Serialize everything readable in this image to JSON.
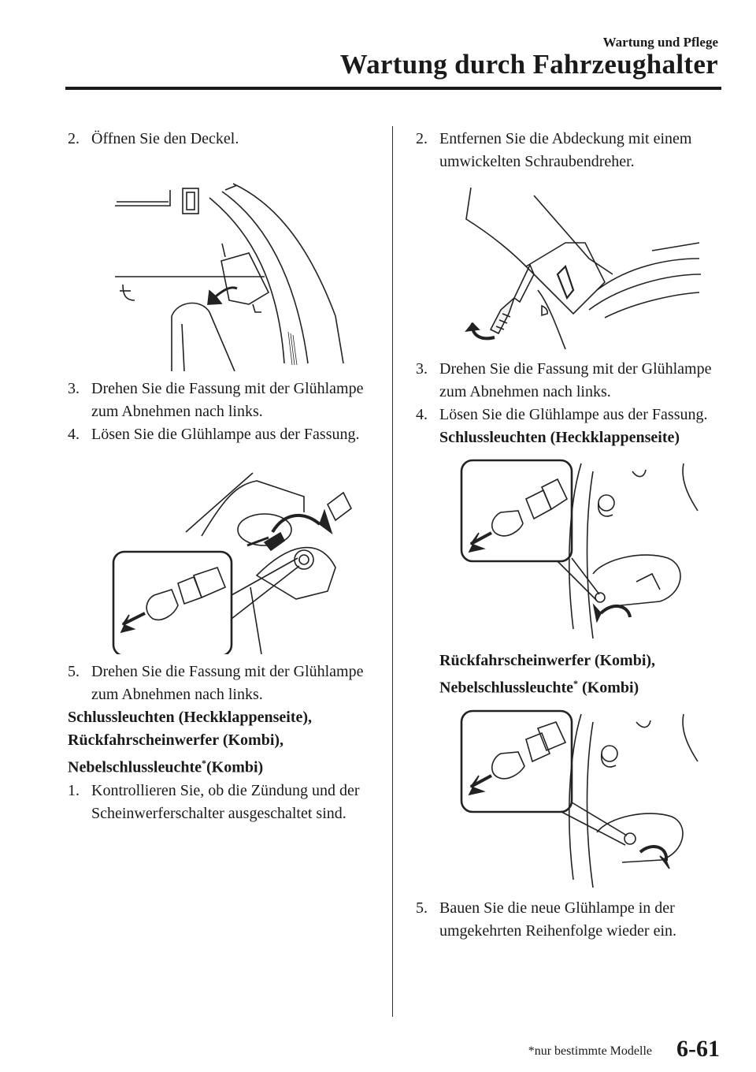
{
  "header": {
    "section": "Wartung und Pflege",
    "chapter": "Wartung durch Fahrzeughalter"
  },
  "left": {
    "step2": {
      "num": "2.",
      "text": "Öffnen Sie den Deckel."
    },
    "step3": {
      "num": "3.",
      "text": "Drehen Sie die Fassung mit der Glühlampe zum Abnehmen nach links."
    },
    "step4": {
      "num": "4.",
      "text": "Lösen Sie die Glühlampe aus der Fassung."
    },
    "step5": {
      "num": "5.",
      "text": "Drehen Sie die Fassung mit der Glühlampe zum Abnehmen nach links."
    },
    "heading_line1": "Schlussleuchten (Heckklappenseite),",
    "heading_line2": "Rückfahrscheinwerfer (Kombi),",
    "heading_line3": "Nebelschlussleuchte",
    "heading_star": "*",
    "heading_line3_suffix": "(Kombi)",
    "step1": {
      "num": "1.",
      "text": "Kontrollieren Sie, ob die Zündung und der Scheinwerferschalter ausgeschaltet sind."
    }
  },
  "right": {
    "step2": {
      "num": "2.",
      "text": "Entfernen Sie die Abdeckung mit einem umwickelten Schraubendreher."
    },
    "step3": {
      "num": "3.",
      "text": "Drehen Sie die Fassung mit der Glühlampe zum Abnehmen nach links."
    },
    "step4": {
      "num": "4.",
      "text": "Lösen Sie die Glühlampe aus der Fassung."
    },
    "label_a": "Schlussleuchten (Heckklappenseite)",
    "label_b_line1": "Rückfahrscheinwerfer (Kombi),",
    "label_b_line2": "Nebelschlussleuchte",
    "label_b_star": "*",
    "label_b_suffix": " (Kombi)",
    "step5": {
      "num": "5.",
      "text": "Bauen Sie die neue Glühlampe in der umgekehrten Reihenfolge wieder ein."
    }
  },
  "footer": {
    "note": "*nur bestimmte Modelle",
    "page": "6-61"
  }
}
